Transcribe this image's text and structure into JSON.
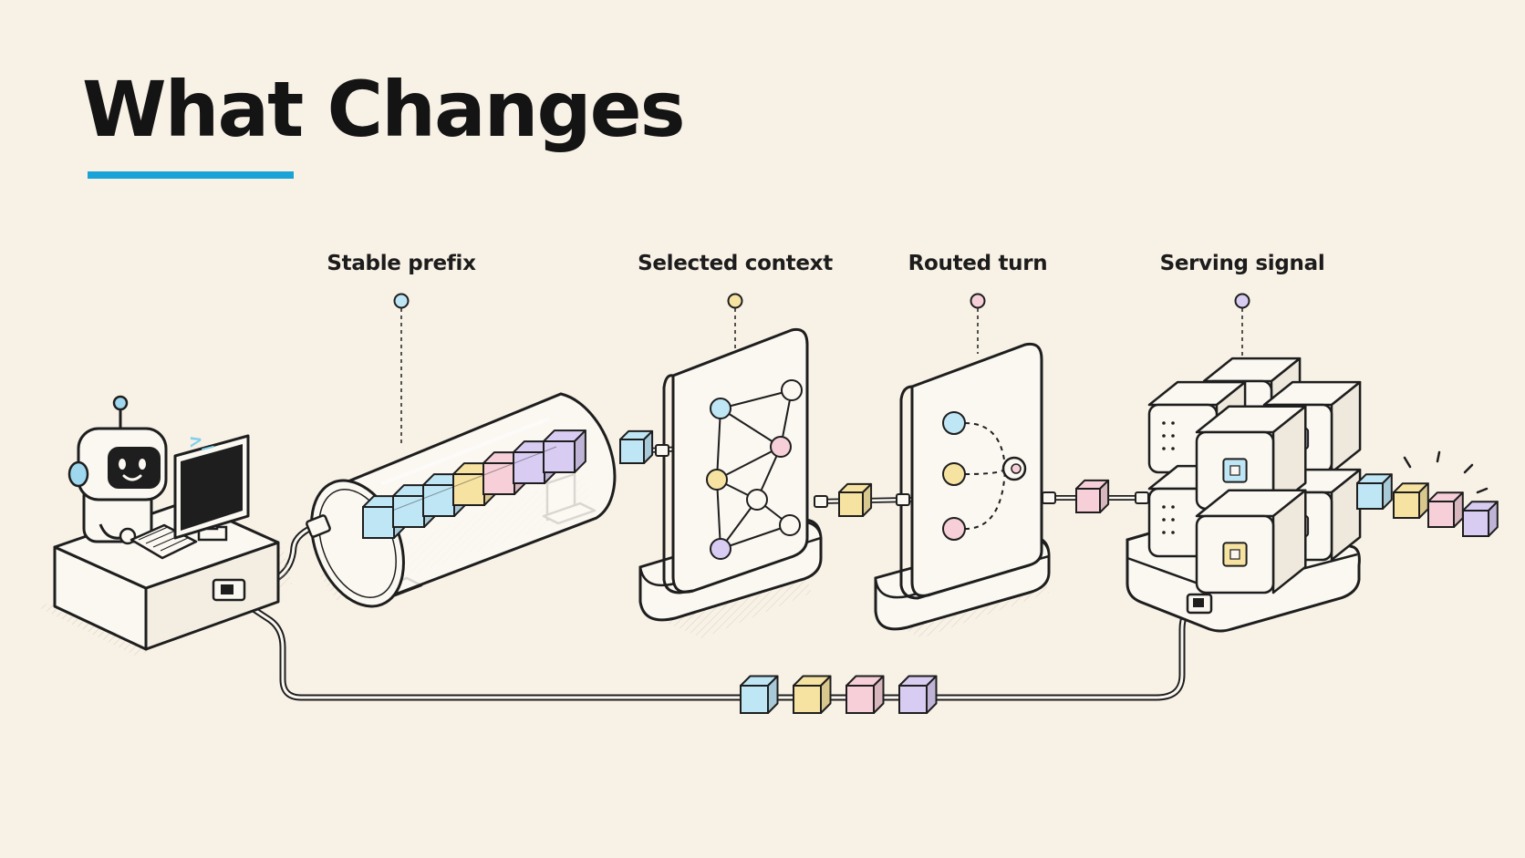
{
  "title": "What Changes",
  "accent_color": "#1aa3d6",
  "palette": {
    "blue": "#bfe6f5",
    "yellow": "#f7e3a1",
    "pink": "#f6cfd8",
    "purple": "#d9ccf2",
    "outline": "#1e1e1e",
    "panel": "#fbf8f2"
  },
  "stages": [
    {
      "label": "Stable prefix",
      "dot_color": "#bfe6f5",
      "icon": "cylinder-icon"
    },
    {
      "label": "Selected context",
      "dot_color": "#f7e3a1",
      "icon": "graph-panel-icon"
    },
    {
      "label": "Routed turn",
      "dot_color": "#f6cfd8",
      "icon": "routing-panel-icon"
    },
    {
      "label": "Serving signal",
      "dot_color": "#d9ccf2",
      "icon": "cube-cluster-icon"
    }
  ],
  "terminal": {
    "prompt": ">_"
  }
}
